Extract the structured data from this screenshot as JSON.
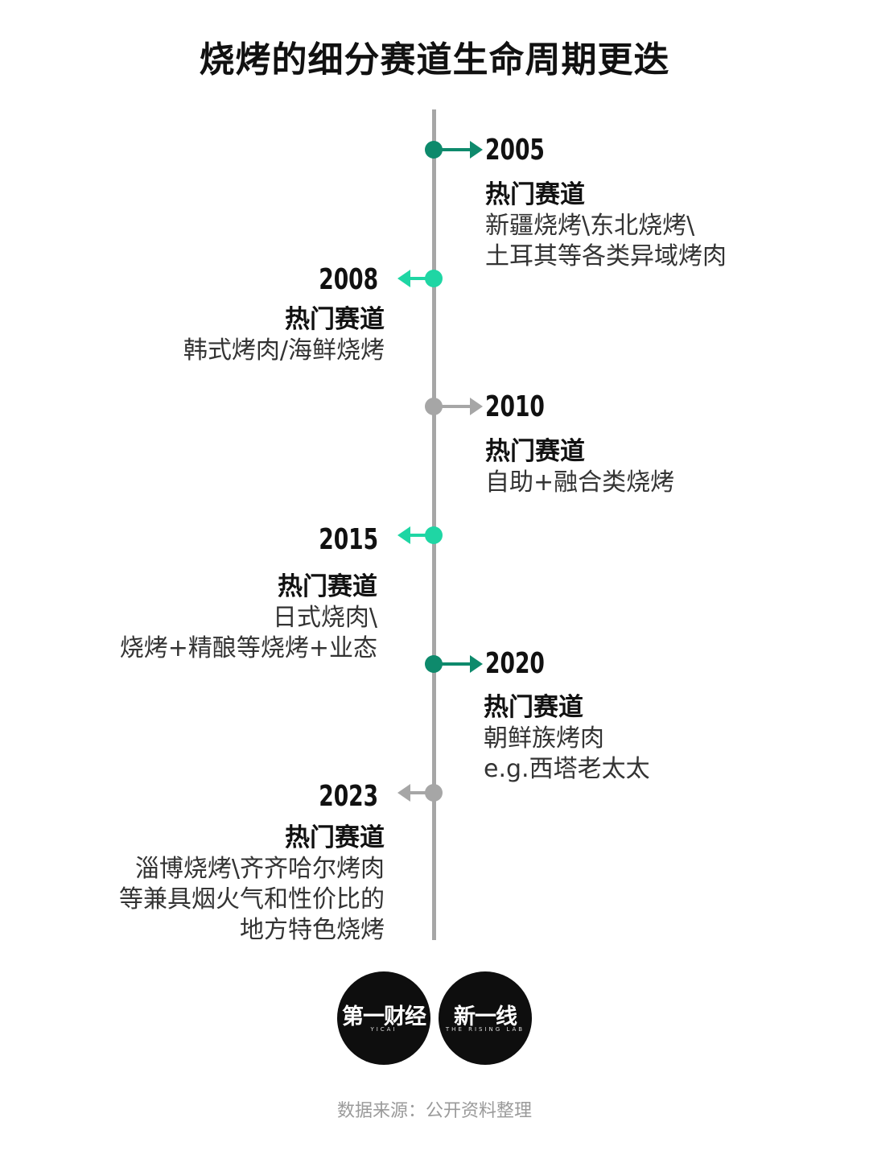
{
  "title": "烧烤的细分赛道生命周期更迭",
  "colors": {
    "axis": "#a6a6a6",
    "dark_green": "#0e8a6c",
    "light_green": "#1fd6a4",
    "gray": "#a6a6a6"
  },
  "events": [
    {
      "year": "2005",
      "side": "right",
      "color": "#0e8a6c",
      "heading": "热门赛道",
      "lines": [
        "新疆烧烤\\东北烧烤\\",
        "土耳其等各类异域烤肉"
      ]
    },
    {
      "year": "2008",
      "side": "left",
      "color": "#1fd6a4",
      "heading": "热门赛道",
      "lines": [
        "韩式烤肉/海鲜烧烤"
      ]
    },
    {
      "year": "2010",
      "side": "right",
      "color": "#a6a6a6",
      "heading": "热门赛道",
      "lines": [
        "自助+融合类烧烤"
      ]
    },
    {
      "year": "2015",
      "side": "left",
      "color": "#1fd6a4",
      "heading": "热门赛道",
      "lines": [
        "日式烧肉\\",
        "烧烤+精酿等烧烤+业态"
      ]
    },
    {
      "year": "2020",
      "side": "right",
      "color": "#0e8a6c",
      "heading": "热门赛道",
      "lines": [
        "朝鲜族烤肉",
        "e.g.西塔老太太"
      ]
    },
    {
      "year": "2023",
      "side": "left",
      "color": "#a6a6a6",
      "heading": "热门赛道",
      "lines": [
        "淄博烧烤\\齐齐哈尔烤肉",
        "等兼具烟火气和性价比的",
        "地方特色烧烤"
      ]
    }
  ],
  "logos": [
    {
      "main": "第一财经",
      "sub": "YICAI"
    },
    {
      "main": "新一线",
      "sub": "THE RISING LAB"
    }
  ],
  "source": "数据来源：公开资料整理"
}
